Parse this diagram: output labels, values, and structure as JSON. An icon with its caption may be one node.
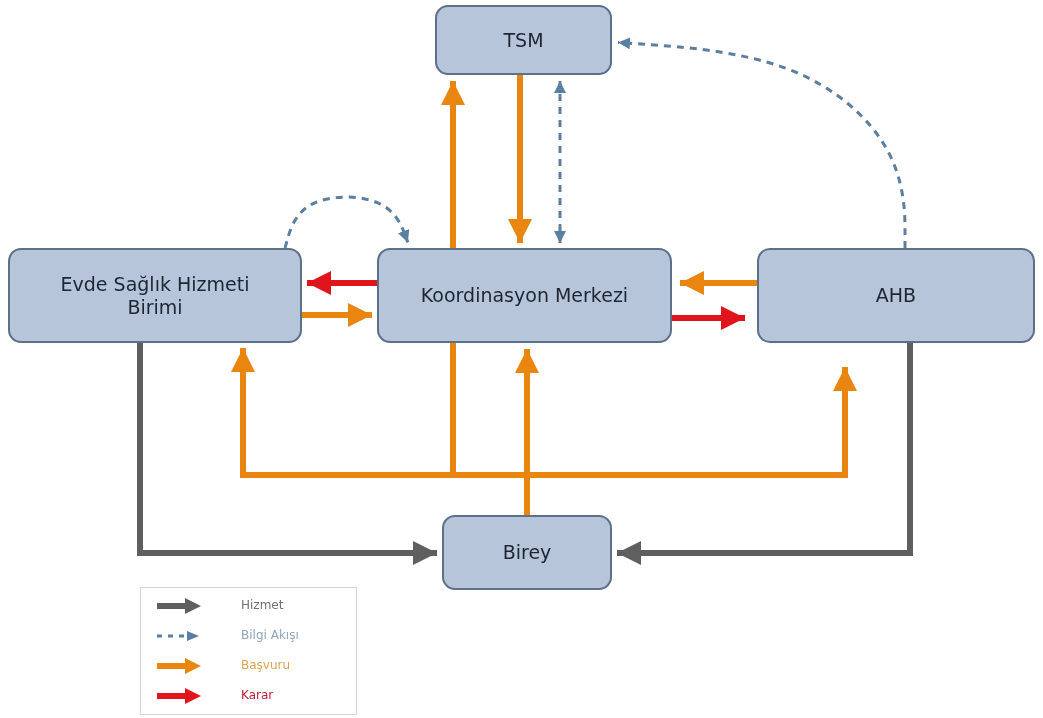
{
  "diagram": {
    "nodes": [
      {
        "text": [
          "TSM"
        ]
      },
      {
        "text": [
          "Evde Sağlık Hizmeti Birimi"
        ]
      },
      {
        "text": [
          "Koordinasyon Merkezi"
        ]
      },
      {
        "text": [
          "AHB"
        ]
      },
      {
        "text": [
          "Birey"
        ]
      }
    ],
    "edges": [
      {
        "from": 4,
        "to": 1,
        "arrow": "to"
      },
      {
        "from": 4,
        "to": 2,
        "arrow": "none"
      },
      {
        "from": 2,
        "to": 0,
        "arrow": "to"
      },
      {
        "from": 4,
        "to": 2,
        "arrow": "to"
      },
      {
        "from": 4,
        "to": 3,
        "arrow": "to"
      },
      {
        "from": 0,
        "to": 2,
        "arrow": "to"
      },
      {
        "from": 0,
        "to": 2,
        "arrow": "both",
        "style": "dashed",
        "color": "#5a7fa0"
      },
      {
        "from": 3,
        "to": 0,
        "arrow": "to",
        "style": "dashed",
        "color": "#5a7fa0"
      },
      {
        "from": 1,
        "to": 2,
        "arrow": "to",
        "style": "dashed",
        "color": "#5a7fa0"
      },
      {
        "from": 2,
        "to": 1,
        "arrow": "to",
        "color": "#e0151b"
      },
      {
        "from": 1,
        "to": 2,
        "arrow": "to"
      },
      {
        "from": 3,
        "to": 2,
        "arrow": "to"
      },
      {
        "from": 2,
        "to": 3,
        "arrow": "to",
        "color": "#e0151b"
      },
      {
        "from": 1,
        "to": 4,
        "arrow": "to",
        "color": "#5f5f5f"
      },
      {
        "from": 3,
        "to": 4,
        "arrow": "to",
        "color": "#5f5f5f"
      }
    ],
    "legend": [
      {
        "text": "Hizmet"
      },
      {
        "text": "Bilgi Akışı"
      },
      {
        "text": "Başvuru"
      },
      {
        "text": "Karar"
      }
    ]
  }
}
